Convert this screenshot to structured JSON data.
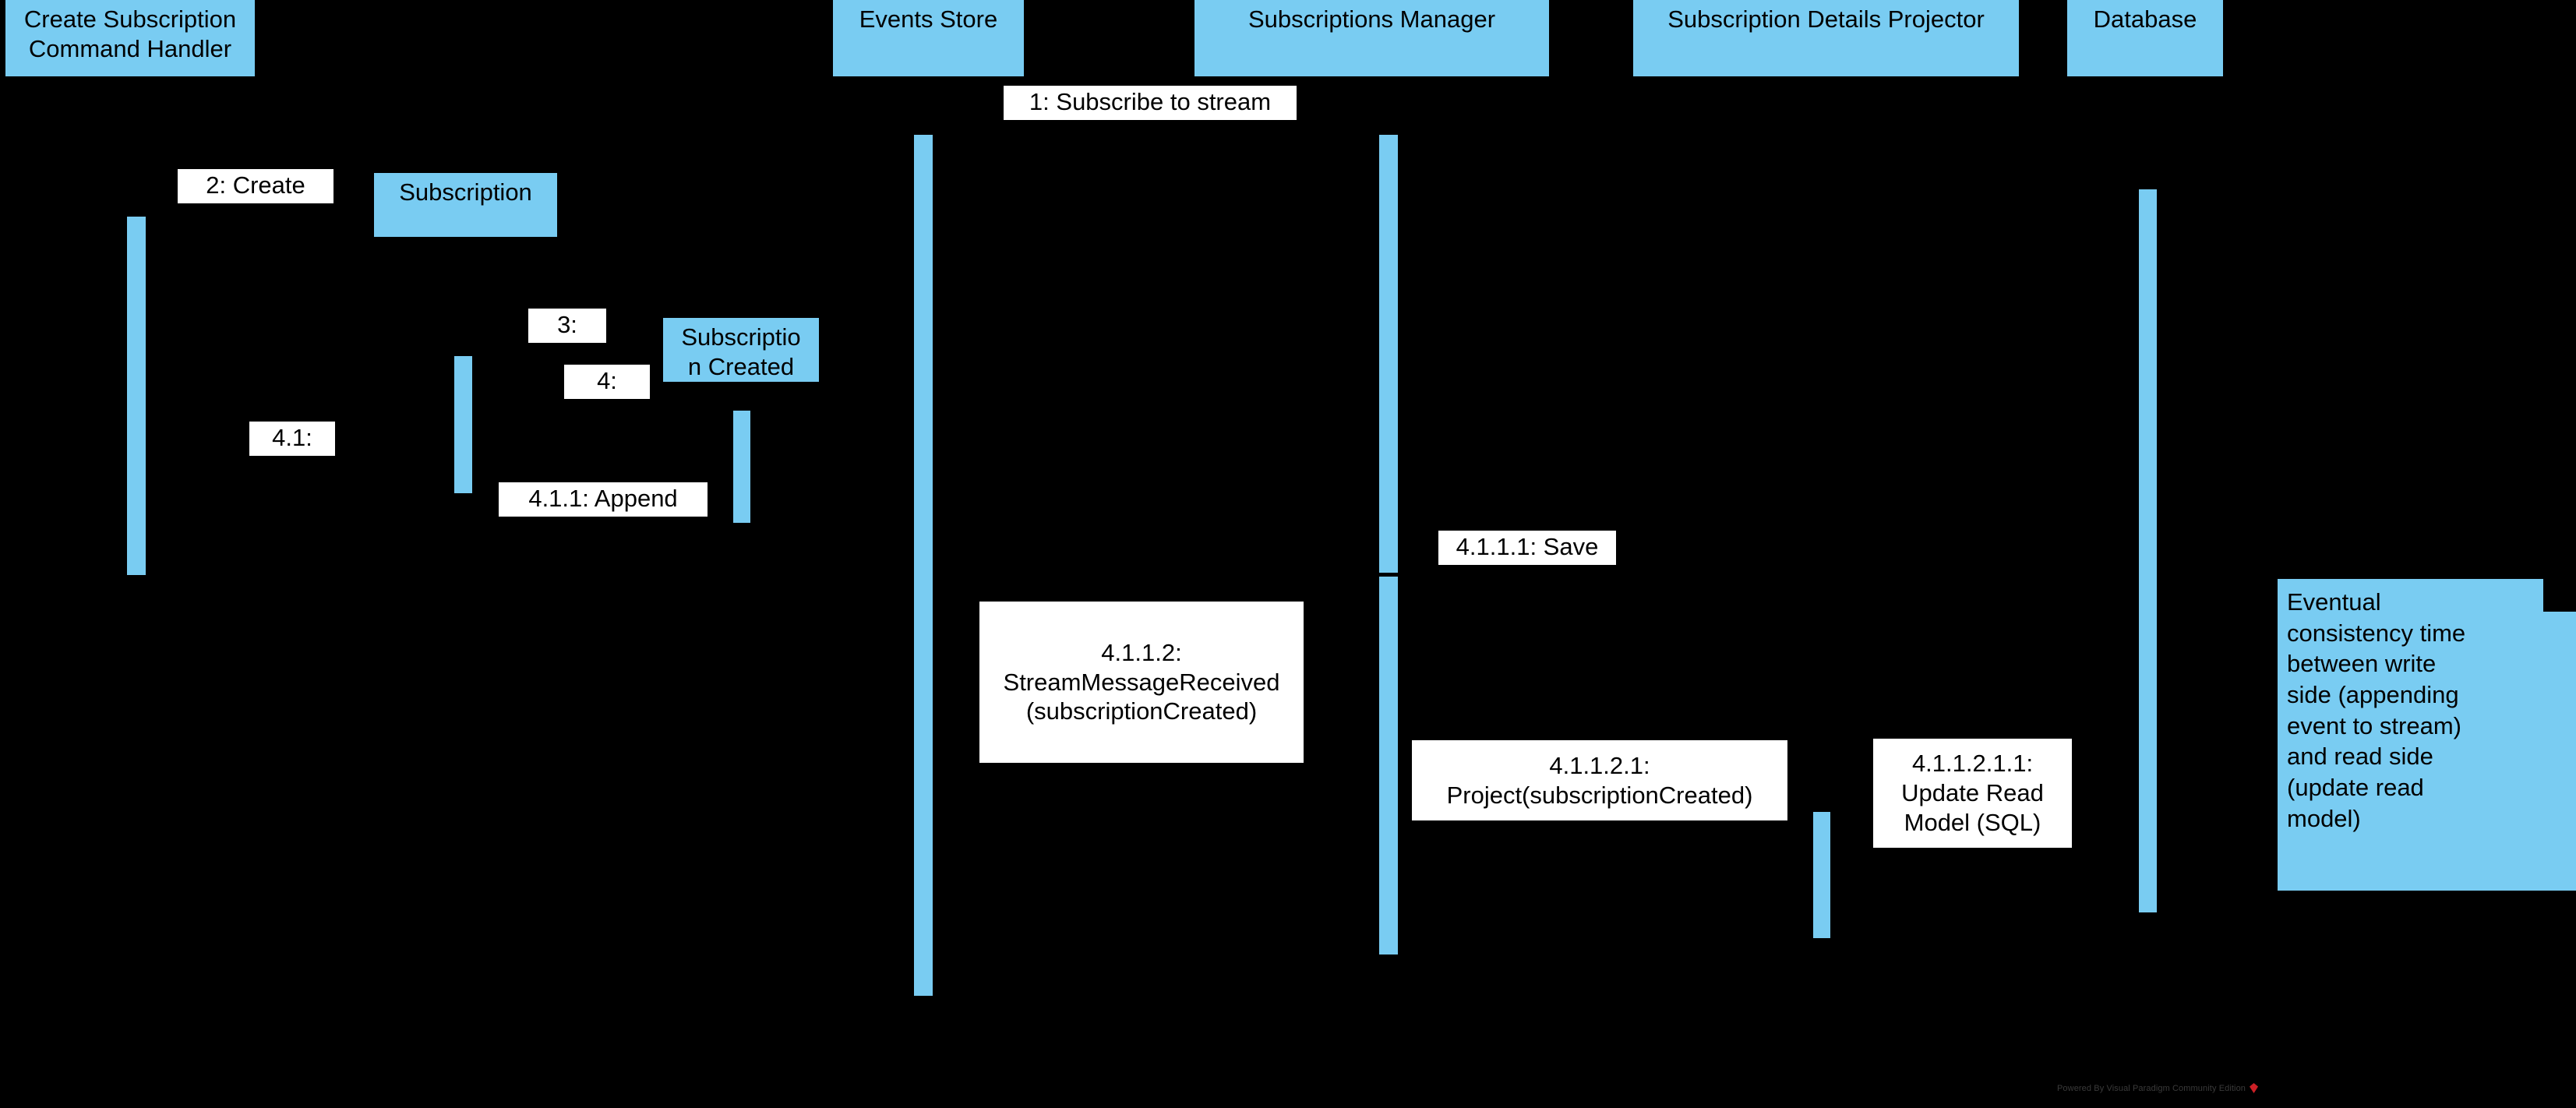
{
  "diagram": {
    "type": "uml-sequence-diagram",
    "background_color": "#000000",
    "accent_color": "#79CCF2",
    "label_background": "#FFFFFF",
    "text_color": "#000000"
  },
  "lifelines": [
    {
      "id": "create-subscription-command-handler",
      "label": "Create Subscription\nCommand Handler"
    },
    {
      "id": "subscription",
      "label": "Subscription"
    },
    {
      "id": "subscription-created",
      "label": "Subscriptio\nn Created"
    },
    {
      "id": "events-store",
      "label": "Events Store"
    },
    {
      "id": "subscriptions-manager",
      "label": "Subscriptions Manager"
    },
    {
      "id": "subscription-details-projector",
      "label": "Subscription Details Projector"
    },
    {
      "id": "database",
      "label": "Database"
    }
  ],
  "messages": [
    {
      "id": "m1",
      "label": "1: Subscribe to stream"
    },
    {
      "id": "m2",
      "label": "2: Create"
    },
    {
      "id": "m3",
      "label": "3:"
    },
    {
      "id": "m4",
      "label": "4:"
    },
    {
      "id": "m41",
      "label": "4.1:"
    },
    {
      "id": "m411",
      "label": "4.1.1: Append"
    },
    {
      "id": "m4111",
      "label": "4.1.1.1: Save"
    },
    {
      "id": "m4112",
      "label": "4.1.1.2:\nStreamMessageReceived\n(subscriptionCreated)"
    },
    {
      "id": "m41121",
      "label": "4.1.1.2.1:\nProject(subscriptionCreated)"
    },
    {
      "id": "m411211",
      "label": "4.1.1.2.1.1:\nUpdate Read\nModel (SQL)"
    }
  ],
  "notes": [
    {
      "id": "eventual-consistency-note",
      "label": "Eventual\nconsistency time\nbetween write\nside (appending\nevent to stream)\nand read side\n(update read\nmodel)"
    }
  ],
  "watermark": {
    "text": "Powered By Visual Paradigm Community Edition",
    "logo_color": "#cc2026"
  }
}
